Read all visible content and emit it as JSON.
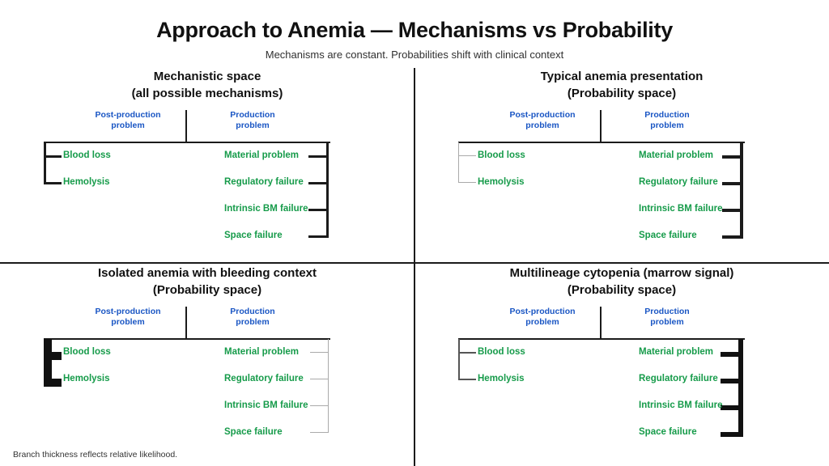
{
  "header": {
    "title": "Approach to Anemia — Mechanisms vs Probability",
    "subtitle": "Mechanisms are constant. Probabilities shift with clinical context"
  },
  "footnote": "Branch thickness reflects relative likelihood.",
  "colors": {
    "mechanism_green": "#169b4a",
    "category_blue": "#1a56c4",
    "line_black": "#1b1b1b",
    "line_faint": "#aaaaaa",
    "background": "#ffffff"
  },
  "categories": {
    "left_line1": "Post-production",
    "left_line2": "problem",
    "right_line1": "Production",
    "right_line2": "problem"
  },
  "mechanisms": {
    "left": [
      "Blood loss",
      "Hemolysis"
    ],
    "right": [
      "Material problem",
      "Regulatory failure",
      "Intrinsic BM failure",
      "Space failure"
    ]
  },
  "quadrants": [
    {
      "id": "mechanistic-space",
      "heading_line1": "Mechanistic space",
      "heading_line2": "(all possible mechanisms)",
      "left_branch_weight": 3,
      "right_branch_weight": 3,
      "left_branch_color": "#1b1b1b",
      "right_branch_color": "#1b1b1b"
    },
    {
      "id": "typical-anemia-presentation",
      "heading_line1": "Typical anemia presentation",
      "heading_line2": "(Probability space)",
      "left_branch_weight": 1,
      "right_branch_weight": 4,
      "left_branch_color": "#aaaaaa",
      "right_branch_color": "#1b1b1b"
    },
    {
      "id": "isolated-anemia-bleeding-context",
      "heading_line1": "Isolated anemia with bleeding context",
      "heading_line2": "(Probability space)",
      "left_branch_weight": 10,
      "right_branch_weight": 1,
      "left_branch_color": "#111111",
      "right_branch_color": "#aaaaaa"
    },
    {
      "id": "multilineage-cytopenia",
      "heading_line1": "Multilineage cytopenia (marrow signal)",
      "heading_line2": "(Probability space)",
      "left_branch_weight": 1.5,
      "right_branch_weight": 6,
      "left_branch_color": "#555555",
      "right_branch_color": "#111111"
    }
  ]
}
